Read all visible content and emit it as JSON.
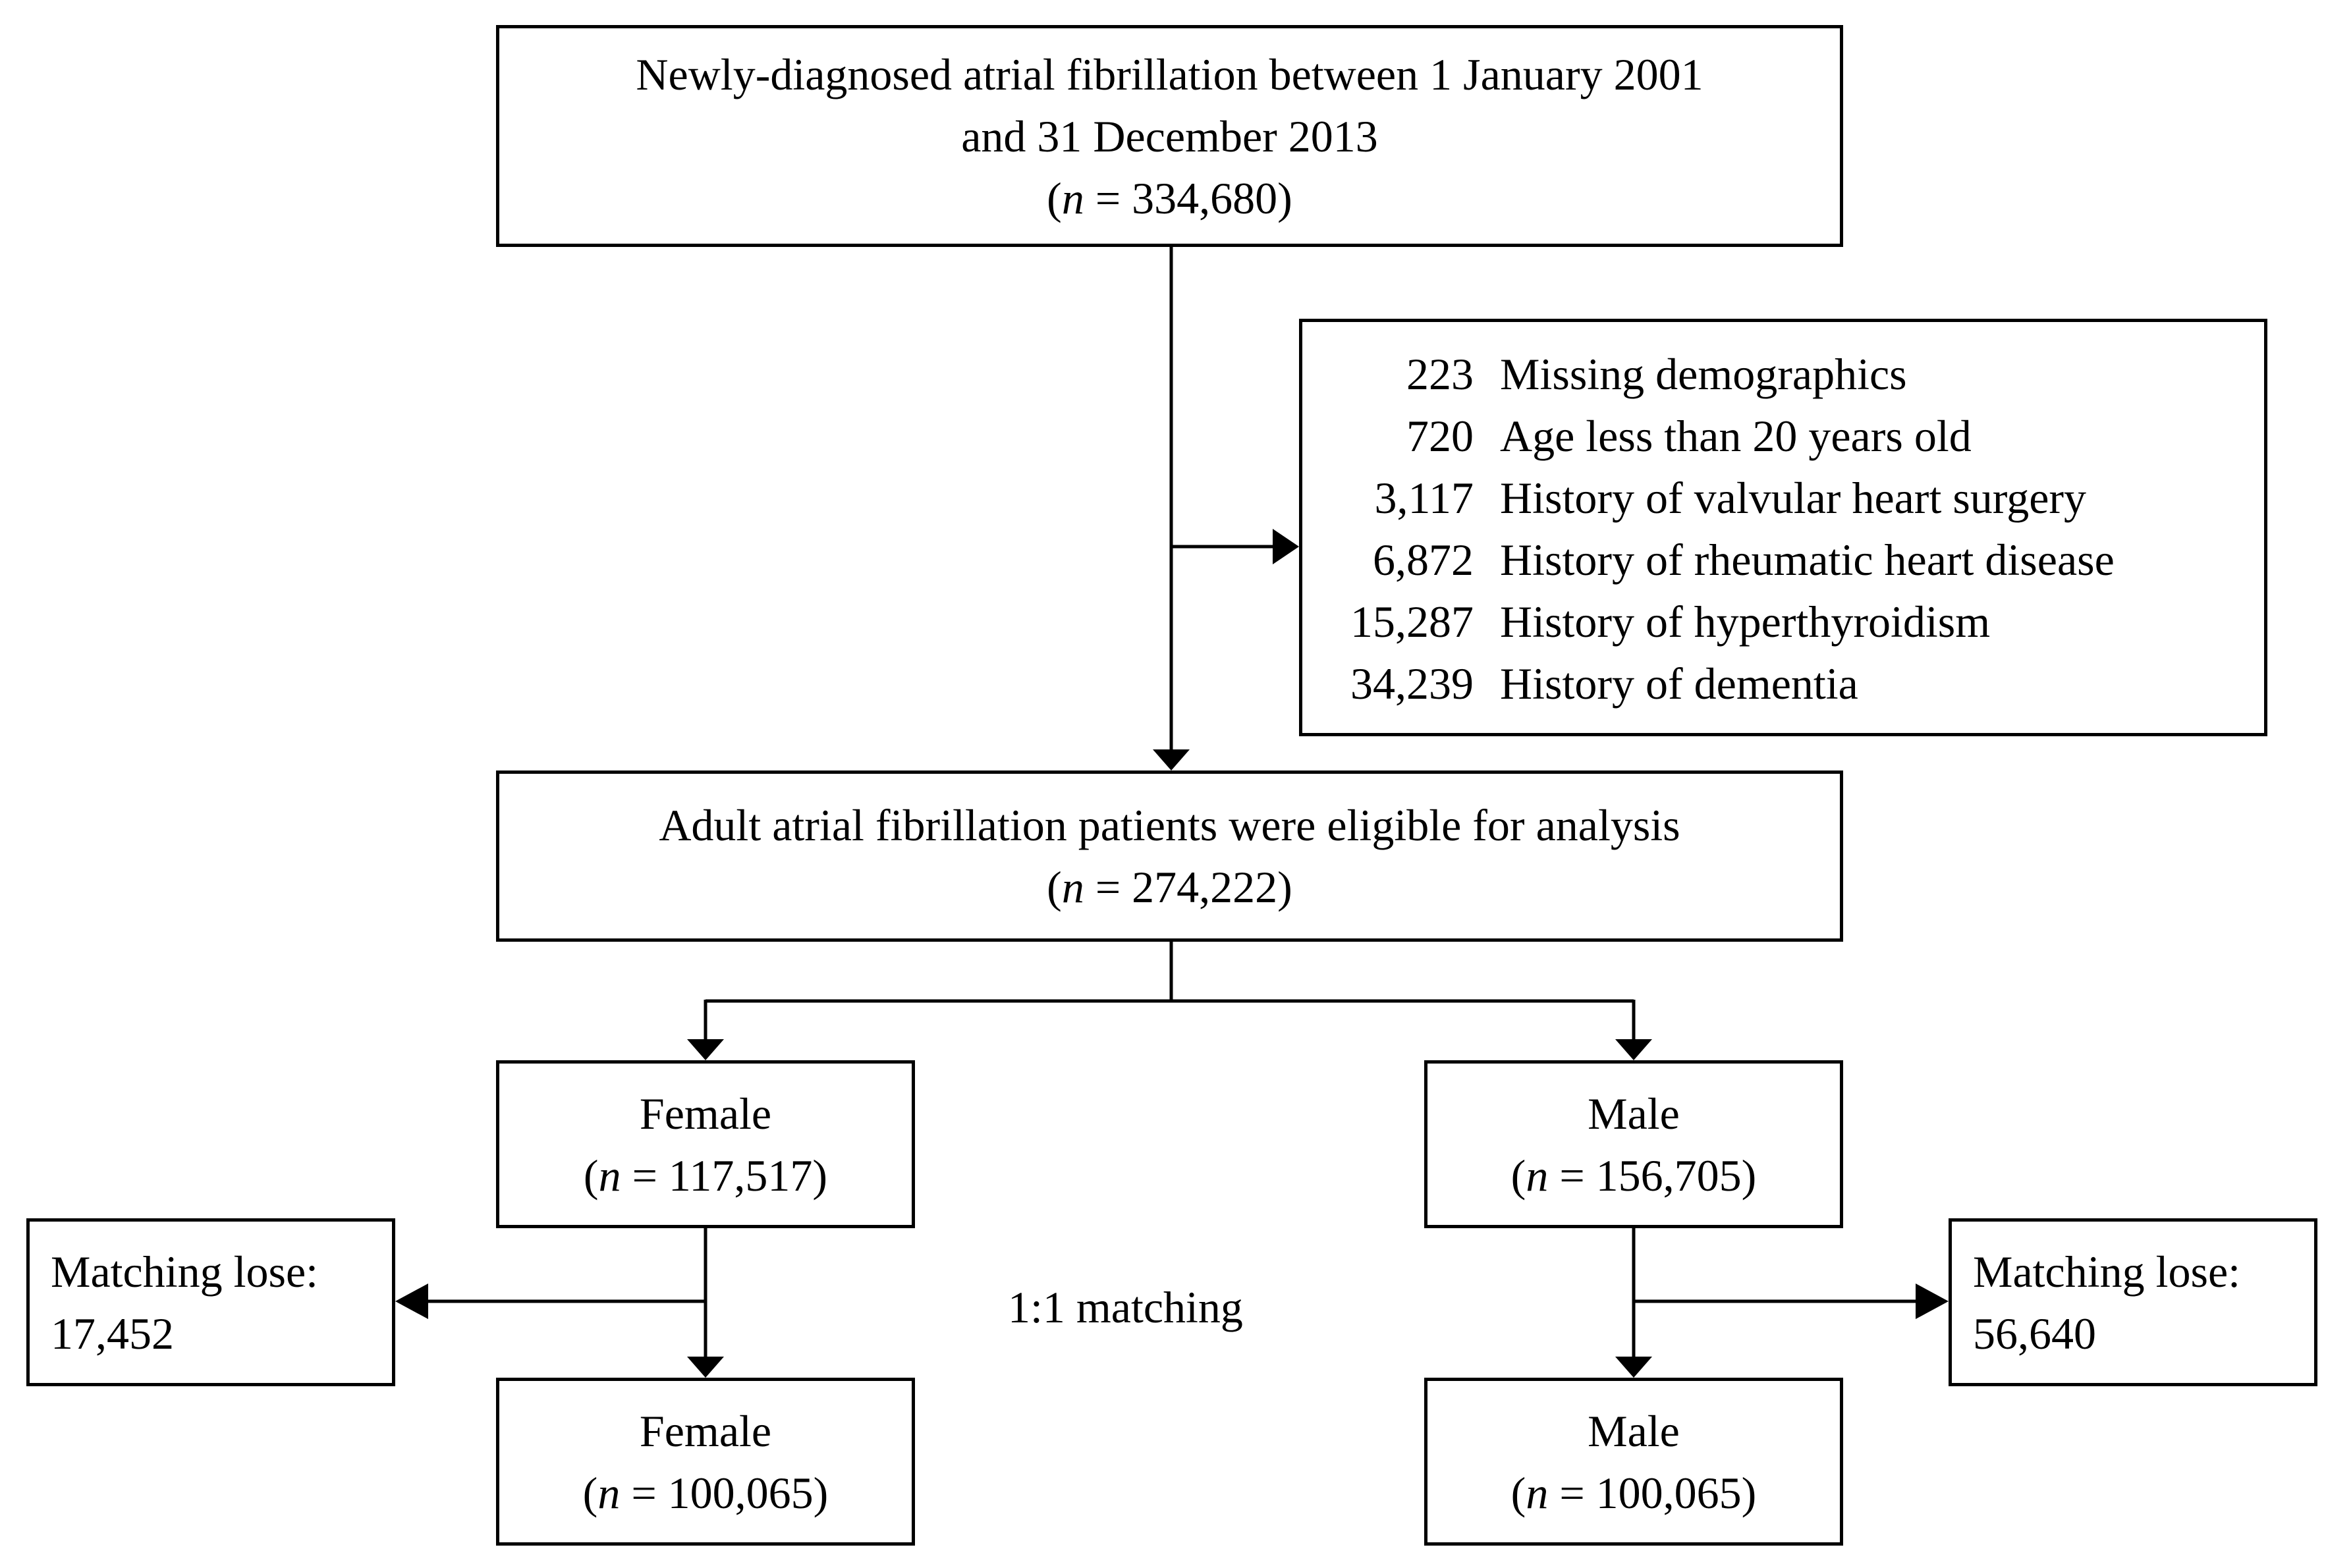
{
  "start": {
    "line1": "Newly-diagnosed atrial fibrillation between 1 January 2001",
    "line2": "and 31 December 2013",
    "n_prefix": "(",
    "n_symbol": "n",
    "n_value": " = 334,680)"
  },
  "exclusions": [
    {
      "count": "223",
      "label": "Missing demographics"
    },
    {
      "count": "720",
      "label": "Age less than 20 years old"
    },
    {
      "count": "3,117",
      "label": "History of valvular heart surgery"
    },
    {
      "count": "6,872",
      "label": "History of rheumatic heart disease"
    },
    {
      "count": "15,287",
      "label": "History of hyperthyroidism"
    },
    {
      "count": "34,239",
      "label": "History of dementia"
    }
  ],
  "eligible": {
    "line1": "Adult atrial fibrillation patients were eligible for analysis",
    "n_prefix": "(",
    "n_symbol": "n",
    "n_value": " = 274,222)"
  },
  "female": {
    "label": "Female",
    "n_prefix": "(",
    "n_symbol": "n",
    "n_value": " = 117,517)"
  },
  "male": {
    "label": "Male",
    "n_prefix": "(",
    "n_symbol": "n",
    "n_value": " = 156,705)"
  },
  "female_matched": {
    "label": "Female",
    "n_prefix": "(",
    "n_symbol": "n",
    "n_value": " = 100,065)"
  },
  "male_matched": {
    "label": "Male",
    "n_prefix": "(",
    "n_symbol": "n",
    "n_value": " = 100,065)"
  },
  "female_lose": {
    "line1": "Matching lose:",
    "line2": "17,452"
  },
  "male_lose": {
    "line1": "Matching lose:",
    "line2": "56,640"
  },
  "matching_label": "1:1 matching"
}
